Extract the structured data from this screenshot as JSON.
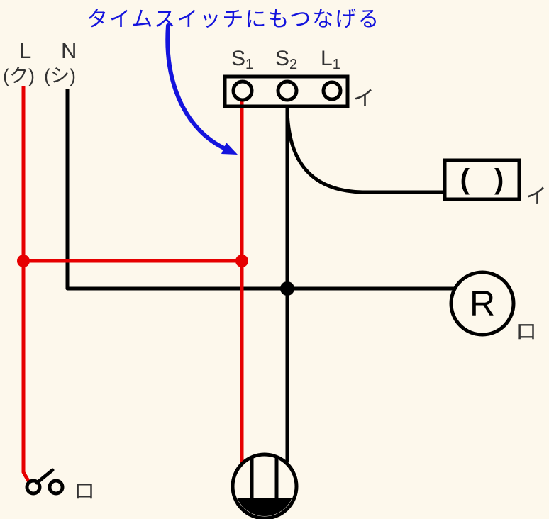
{
  "diagram_type": "japanese-electrical-wiring-diagram (複線図)",
  "colors": {
    "background": "#fdf8ec",
    "hot_wire": "#e60000",
    "neutral_wire": "#000000",
    "annotation_blue": "#1414dd",
    "label_gray": "#333333"
  },
  "annotation": {
    "text": "タイムスイッチにもつなげる"
  },
  "power_source": {
    "hot": {
      "label": "L",
      "phonetic": "(ク)"
    },
    "neutral": {
      "label": "N",
      "phonetic": "(シ)"
    }
  },
  "timer_terminal_block": {
    "terminals": [
      {
        "name": "S",
        "sub": "1"
      },
      {
        "name": "S",
        "sub": "2"
      },
      {
        "name": "L",
        "sub": "1"
      }
    ],
    "circuit_label": "イ"
  },
  "timer_box": {
    "text": "( )",
    "circuit_label": "イ"
  },
  "lamp": {
    "text": "R",
    "circuit_label": "ロ"
  },
  "switch": {
    "circuit_label": "ロ"
  }
}
